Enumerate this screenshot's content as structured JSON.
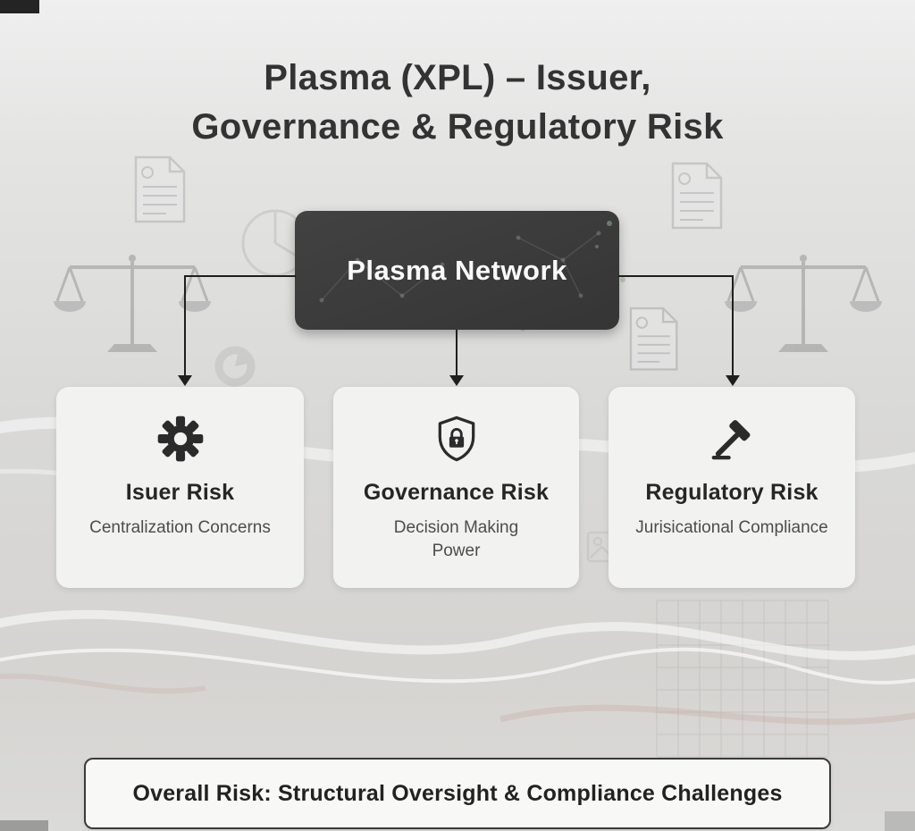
{
  "page": {
    "title_line1": "Plasma (XPL) – Issuer,",
    "title_line2": "Governance & Regulatory Risk"
  },
  "network_box": {
    "label": "Plasma Network"
  },
  "cards": [
    {
      "icon": "gear-icon",
      "title": "Isuer Risk",
      "subtitle": "Centralization Concerns"
    },
    {
      "icon": "shield-lock-icon",
      "title": "Governance Risk",
      "subtitle": "Decision Making Power"
    },
    {
      "icon": "gavel-icon",
      "title": "Regulatory Risk",
      "subtitle": "Jurisicational Compliance"
    }
  ],
  "footer": {
    "label": "Overall Risk: Structural Oversight & Compliance Challenges"
  },
  "colors": {
    "background": "#d9d9d8",
    "network_box": "#3b3b3b",
    "card_background": "#f2f2f1",
    "text_primary": "#2d2d2d",
    "text_secondary": "#4c4c4c",
    "connector": "#1f1f1f",
    "footer_border": "#3a3a3a"
  }
}
